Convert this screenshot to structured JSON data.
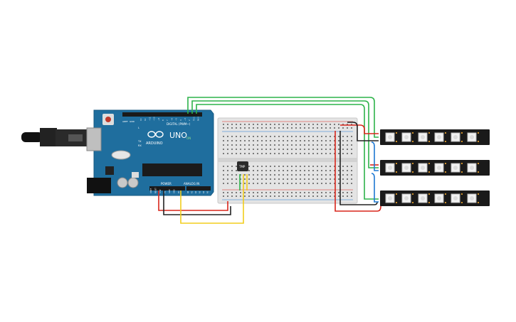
{
  "arduino": {
    "brand": "ARDUINO",
    "model": "UNO",
    "header_digital": "DIGITAL (PWM~)",
    "header_power": "POWER",
    "header_analog": "ANALOG IN",
    "on_label": "ON",
    "tx_label": "TX",
    "rx_label": "RX",
    "l_label": "L",
    "aref_label": "AREF",
    "gnd_label": "GND",
    "digital_pins": [
      "13",
      "12",
      "~11",
      "~10",
      "~9",
      "8",
      "7",
      "~6",
      "~5",
      "4",
      "~3",
      "2",
      "TX 1",
      "RX 0"
    ],
    "analog_pins": [
      "A0",
      "A1",
      "A2",
      "A3",
      "A4",
      "A5"
    ],
    "power_pins": [
      "IOREF",
      "RESET",
      "3.3V",
      "5V",
      "GND",
      "GND",
      "Vin"
    ]
  },
  "sensor": {
    "label": "TMP"
  },
  "strip": {
    "led_count": 6
  },
  "colors": {
    "board": "#1f6e9e",
    "wire_green": "#2db34a",
    "wire_red": "#d9261c",
    "wire_black": "#222222",
    "wire_yellow": "#f2cd1d",
    "wire_blue": "#1e78d2",
    "breadboard": "#e4e4e4",
    "strip": "#1a1a1a"
  }
}
